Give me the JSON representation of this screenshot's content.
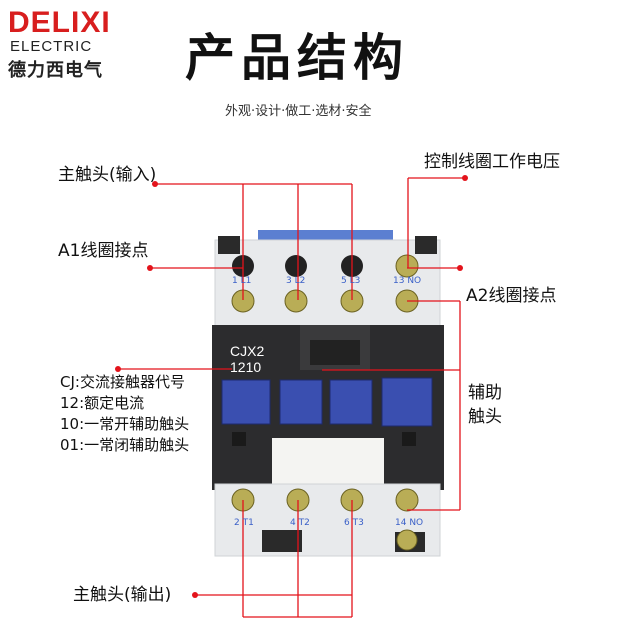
{
  "brand": {
    "logo": "DELIXI",
    "sub": "ELECTRIC",
    "cn": "德力西电气"
  },
  "header": {
    "title": "产品结构",
    "subtitle": "外观·设计·做工·选材·安全"
  },
  "callouts": {
    "main_input": "主触头(输入)",
    "coil_voltage": "控制线圈工作电压",
    "a1": "A1线圈接点",
    "a2": "A2线圈接点",
    "aux_1": "辅助",
    "aux_2": "触头",
    "main_output": "主触头(输出)"
  },
  "legend": [
    "CJ:交流接触器代号",
    "12:额定电流",
    "10:一常开辅助触头",
    "01:一常闭辅助触头"
  ],
  "device": {
    "model_line1": "CJX2",
    "model_line2": "1210",
    "top_terminals": [
      "1 L1",
      "3 L2",
      "5 L3",
      "13 NO"
    ],
    "bottom_terminals": [
      "2 T1",
      "4 T2",
      "6 T3",
      "14 NO"
    ]
  },
  "colors": {
    "brand_red": "#d81e1e",
    "leader_red": "#e3131b",
    "body_dark": "#2b2b2d",
    "button_blue": "#3a4fb0",
    "terminal_housing": "#e9ebed",
    "screw_gold": "#b9ad56"
  }
}
